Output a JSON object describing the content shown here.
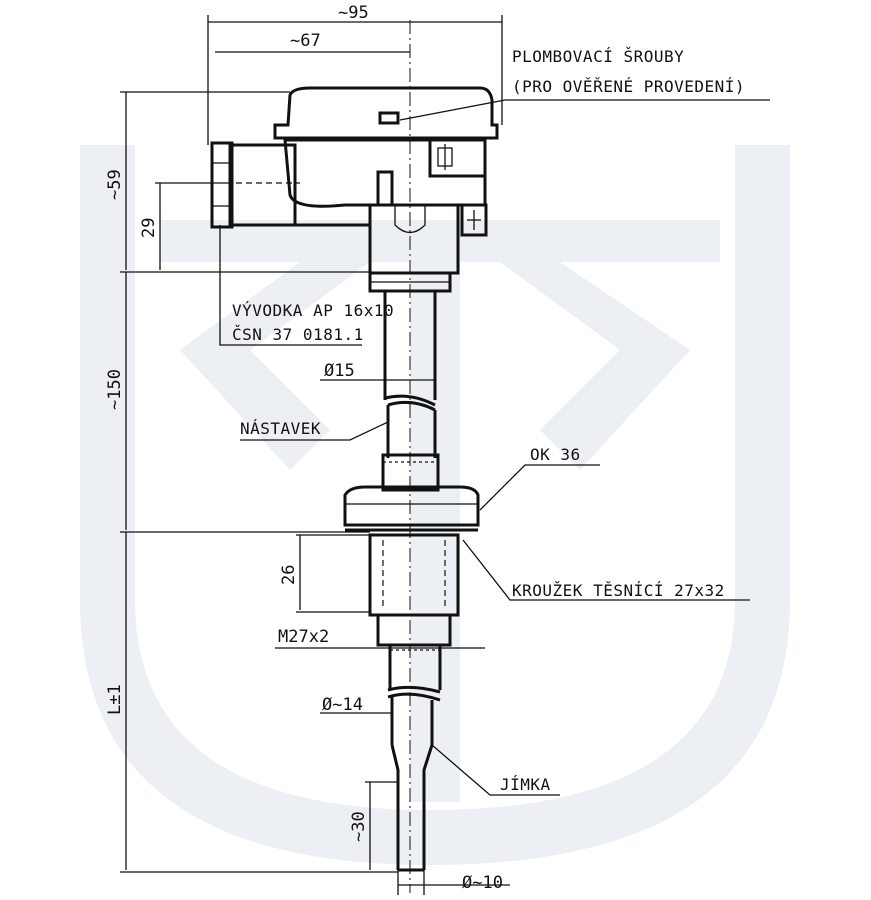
{
  "labels": {
    "plombovaci": "PLOMBOVACÍ ŠROUBY",
    "proverene": "(PRO OVĚŘENÉ PROVEDENÍ)",
    "vyvodka1": "VÝVODKA AP 16x10",
    "vyvodka2": "ČSN 37 0181.1",
    "nastavek": "NÁSTAVEK",
    "ok36": "OK 36",
    "krouzek": "KROUŽEK TĚSNÍCÍ 27x32",
    "jimka": "JÍMKA"
  },
  "dimensions": {
    "w95": "~95",
    "w67": "~67",
    "h59": "~59",
    "h29": "29",
    "h150": "~150",
    "d15": "Ø15",
    "h26": "26",
    "m27": "M27x2",
    "L": "L±1",
    "d14": "Ø~14",
    "h30": "~30",
    "d10": "Ø~10"
  }
}
